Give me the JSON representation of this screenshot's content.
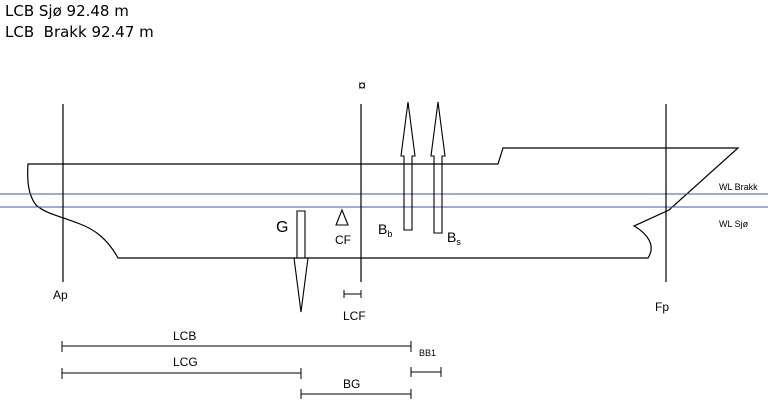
{
  "header": {
    "lcb_sjo": "LCB Sjø 92.48 m",
    "lcb_brakk": "LCB  Brakk 92.47 m"
  },
  "labels": {
    "midship_symbol": "¤",
    "g": "G",
    "cf": "CF",
    "b_main": "B",
    "b_sub": "b",
    "s_main": "B",
    "s_sub": "s",
    "ap": "Ap",
    "fp": "Fp",
    "lcf": "LCF",
    "wl_brakk": "WL Brakk",
    "wl_sjo": "WL Sjø",
    "lcb": "LCB",
    "lcg": "LCG",
    "bg": "BG",
    "bb1": "BB1"
  },
  "colors": {
    "waterline": "#4a56a6",
    "ink": "#000000"
  }
}
